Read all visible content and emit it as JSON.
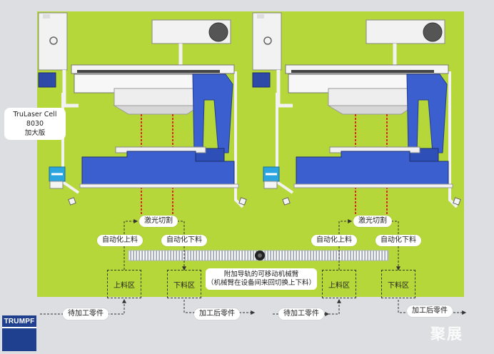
{
  "machine_label": {
    "line1": "TruLaser Cell 8030",
    "line2": "加大版"
  },
  "labels": {
    "laser_cut": "激光切割",
    "auto_load": "自动化上料",
    "auto_unload": "自动化下料",
    "load_zone": "上料区",
    "unload_zone": "下料区",
    "raw_parts": "待加工零件",
    "finished_parts": "加工后零件"
  },
  "robot_note": {
    "line1": "附加导轨的可移动机械臂",
    "line2": "（机械臂在设备间来回切换上下料）"
  },
  "brand": {
    "logo_text": "TRUMPF",
    "watermark": "聚展"
  },
  "colors": {
    "background": "#dcdee1",
    "floor": "#b6d73a",
    "machine_blue": "#3c5fcf",
    "machine_white": "#f4f4f4",
    "laser": "#e0281e",
    "logo": "#1f3f8f"
  }
}
